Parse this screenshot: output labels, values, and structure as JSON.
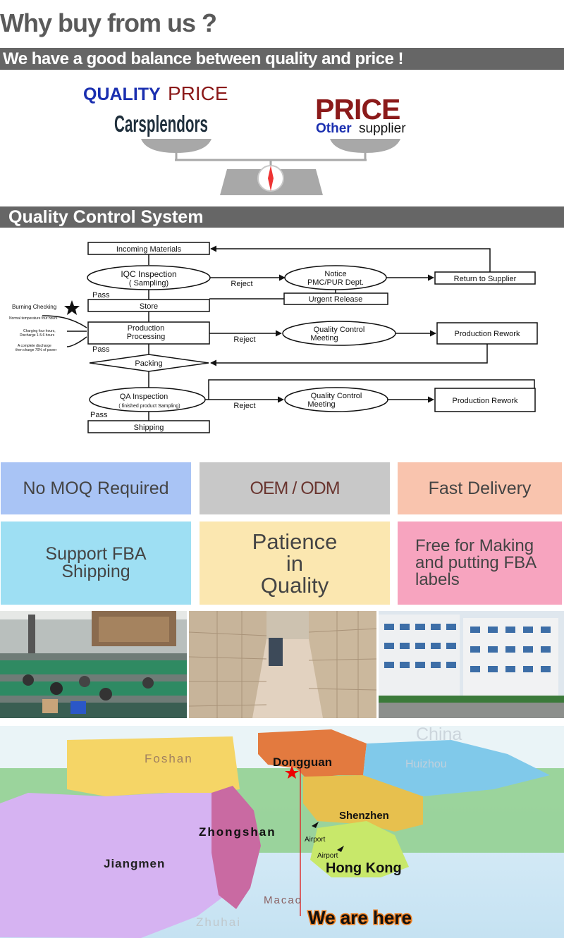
{
  "header": {
    "title": "Why buy from us ?",
    "balance_banner": "We have a good balance between quality and price !"
  },
  "scale": {
    "left_word1": "QUALITY",
    "left_word2": "PRICE",
    "left_brand": "Carsplendors",
    "right_word": "PRICE",
    "right_sub1": "Other",
    "right_sub2": "supplier"
  },
  "qc": {
    "banner": "Quality Control System",
    "incoming": "Incoming Materials",
    "iqc1": "IQC Inspection",
    "iqc2": "( Sampling)",
    "notice1": "Notice",
    "notice2": "PMC/PUR Dept.",
    "return": "Return to Supplier",
    "urgent": "Urgent Release",
    "store": "Store",
    "prod1": "Production",
    "prod2": "Processing",
    "qcm1": "Quality Control",
    "qcm2": "Meeting",
    "rework": "Production Rework",
    "packing": "Packing",
    "qa1": "QA Inspection",
    "qa2": "( finished product Sampling)",
    "shipping": "Shipping",
    "reject": "Reject",
    "pass": "Pass",
    "burning": "Burning Checking",
    "note1": "Normal temperature four hours",
    "note2a": "Charging four hours,",
    "note2b": "Discharge 1-5.6 hours",
    "note3a": "A complete discharge",
    "note3b": "then charge 70% of power"
  },
  "features": [
    {
      "label": "No MOQ Required",
      "bg": "#a9c4f5"
    },
    {
      "label": "OEM / ODM",
      "bg": "#c8c8c8"
    },
    {
      "label": "Fast Delivery",
      "bg": "#f9c4ae"
    },
    {
      "label": "Support FBA\nShipping",
      "bg": "#9edff3"
    },
    {
      "label": "Patience\nin\nQuality",
      "bg": "#fbe7b0"
    },
    {
      "label": "Free for Making\nand putting FBA\nlabels",
      "bg": "#f7a4bf"
    }
  ],
  "map": {
    "china": "China",
    "foshan": "Foshan",
    "dongguan": "Dongguan",
    "huizhou": "Huizhou",
    "shenzhen": "Shenzhen",
    "zhongshan": "Zhongshan",
    "airport1": "Airport",
    "airport2": "Airport",
    "hongkong": "Hong Kong",
    "jiangmen": "Jiangmen",
    "macao": "Macao",
    "zhuhai": "Zhuhai",
    "we_are_here": "We are here"
  }
}
